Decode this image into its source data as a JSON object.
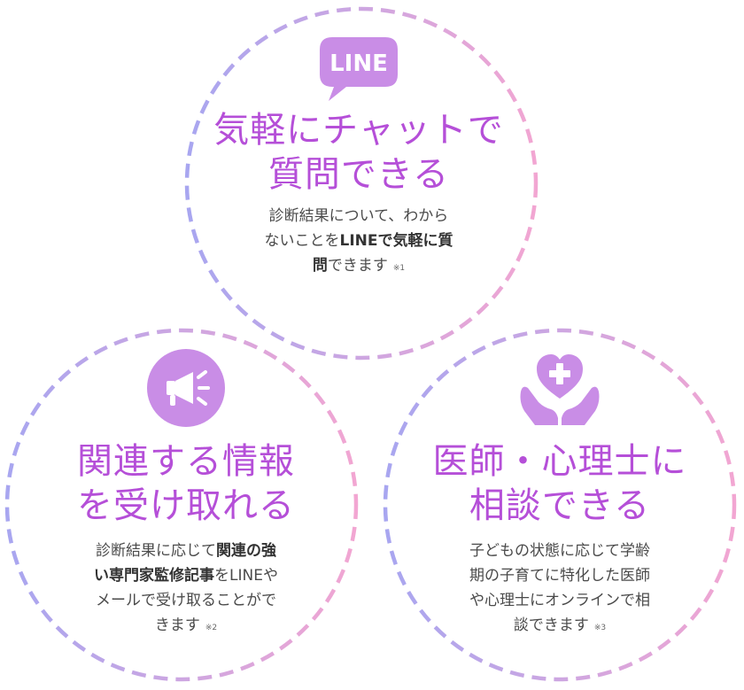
{
  "colors": {
    "accent": "#b54fd8",
    "icon_fill": "#c98de6",
    "ring_blue": "#a8a6f0",
    "ring_pink": "#f2a6d2"
  },
  "features": [
    {
      "icon": "line-speech-bubble-icon",
      "icon_label": "LINE",
      "title_line1": "気軽にチャットで",
      "title_line2": "質問できる",
      "desc_1": "診断結果について、わから",
      "desc_2": "ないことを",
      "desc_3_bold": "LINEで気軽に質",
      "desc_4_bold": "問",
      "desc_5": "できます",
      "note": "※1"
    },
    {
      "icon": "megaphone-icon",
      "title_line1": "関連する情報",
      "title_line2": "を受け取れる",
      "desc_1": "診断結果に応じて",
      "desc_2_bold": "関連の強",
      "desc_3_bold": "い専門家監修記事",
      "desc_4": "をLINEや",
      "desc_5": "メールで受け取ることがで",
      "desc_6": "きます",
      "note": "※2"
    },
    {
      "icon": "heart-cross-hands-icon",
      "title_line1": "医師・心理士に",
      "title_line2": "相談できる",
      "desc_1": "子どもの状態に応じて学齢",
      "desc_2": "期の子育てに特化した医師",
      "desc_3": "や心理士にオンラインで相",
      "desc_4": "談できます",
      "note": "※3"
    }
  ]
}
